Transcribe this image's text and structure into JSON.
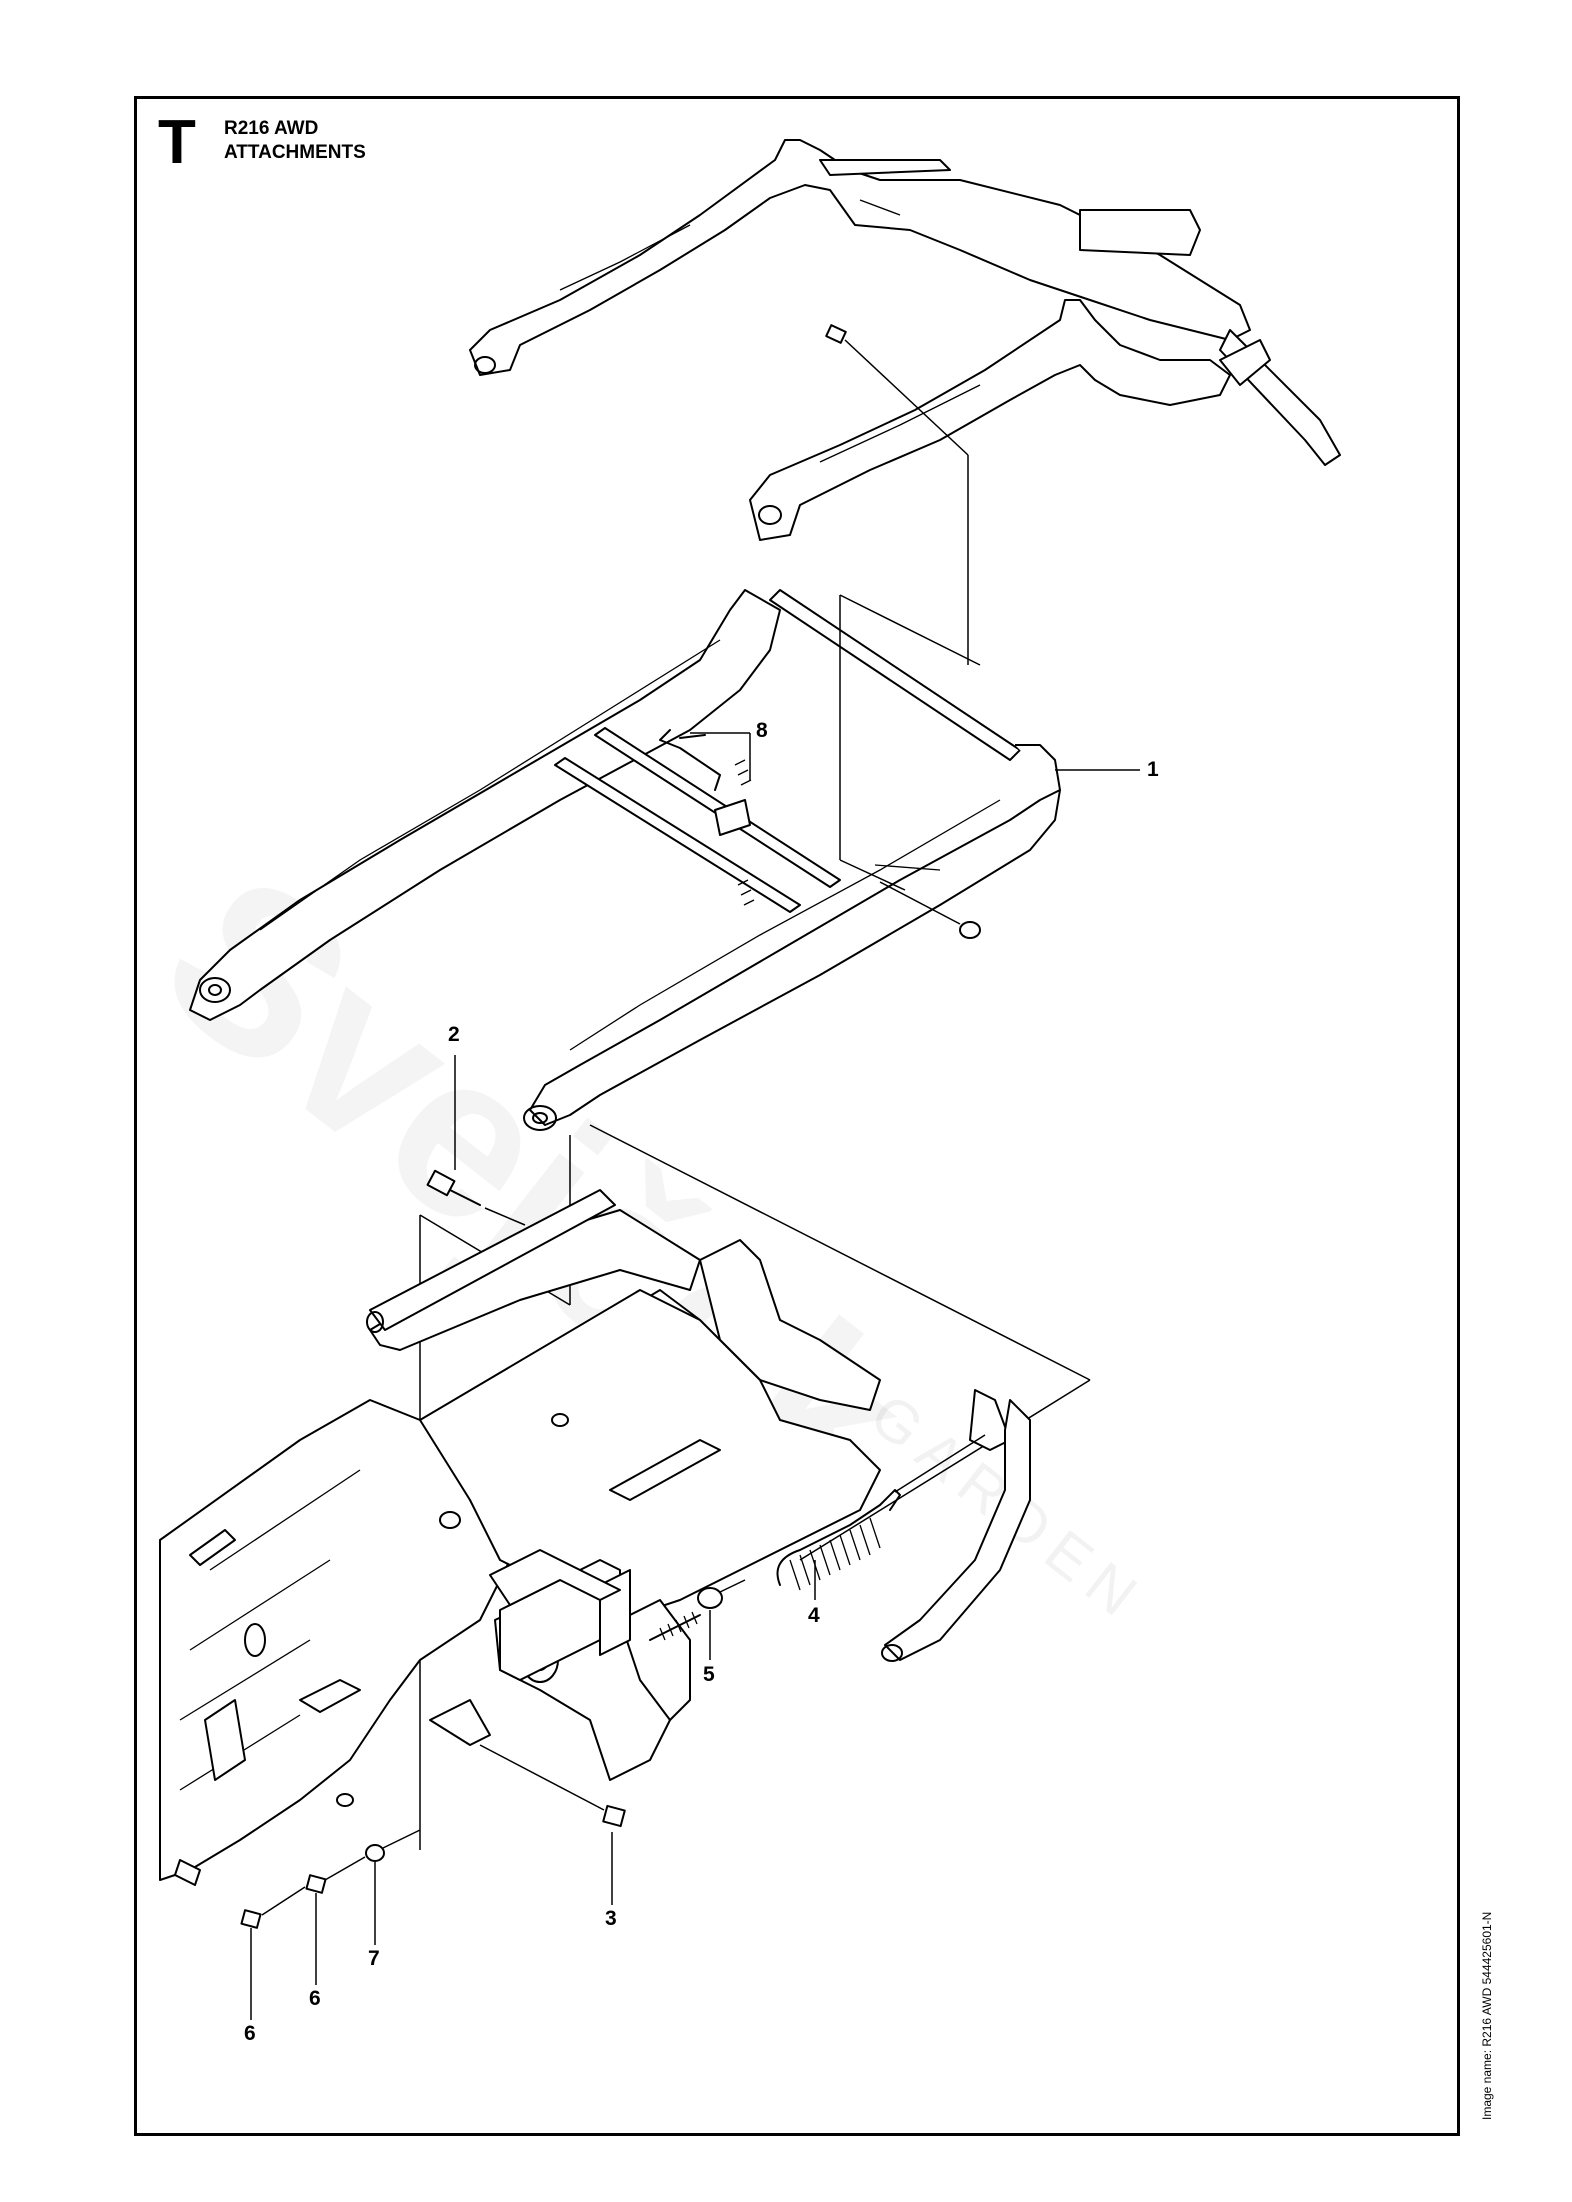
{
  "section": {
    "letter": "T",
    "title_line1": "R216 AWD",
    "title_line2": "ATTACHMENTS"
  },
  "image_name": "Image name: R216 AWD 544425601-N",
  "watermark": {
    "brand": "Svejček",
    "sub": "GARDEN"
  },
  "callouts": [
    "1",
    "2",
    "3",
    "4",
    "5",
    "6",
    "6",
    "7",
    "8"
  ]
}
